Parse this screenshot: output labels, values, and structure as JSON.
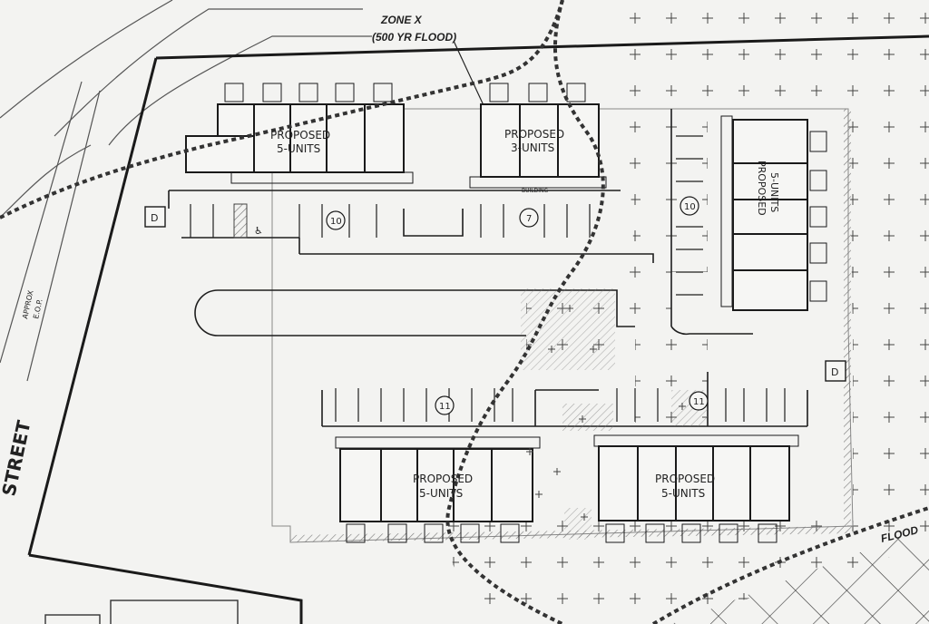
{
  "zone": {
    "line1": "ZONE X",
    "line2": "(500 YR FLOOD)"
  },
  "flood_label": "FLOOD",
  "approx_label": {
    "line1": "APPROX",
    "line2": "E.O.P."
  },
  "street_label": "STREET",
  "buildings": [
    {
      "id": "b1",
      "line1": "PROPOSED",
      "line2": "5-UNITS"
    },
    {
      "id": "b2",
      "line1": "PROPOSED",
      "line2": "3-UNITS"
    },
    {
      "id": "b3",
      "line1": "PROPOSED",
      "line2": "5-UNITS"
    },
    {
      "id": "b4",
      "line1": "PROPOSED",
      "line2": "5-UNITS"
    },
    {
      "id": "b5",
      "line1": "PROPOSED",
      "line2": "5-UNITS"
    }
  ],
  "building_note": "BUILDING",
  "parking_counts": [
    "10",
    "7",
    "10",
    "11",
    "11"
  ],
  "dumpster_label": "D",
  "colors": {
    "ink": "#1e1e1e",
    "hatch": "#8a8a8a",
    "paper": "#f3f3f1",
    "dots": "#3a3a3a"
  }
}
